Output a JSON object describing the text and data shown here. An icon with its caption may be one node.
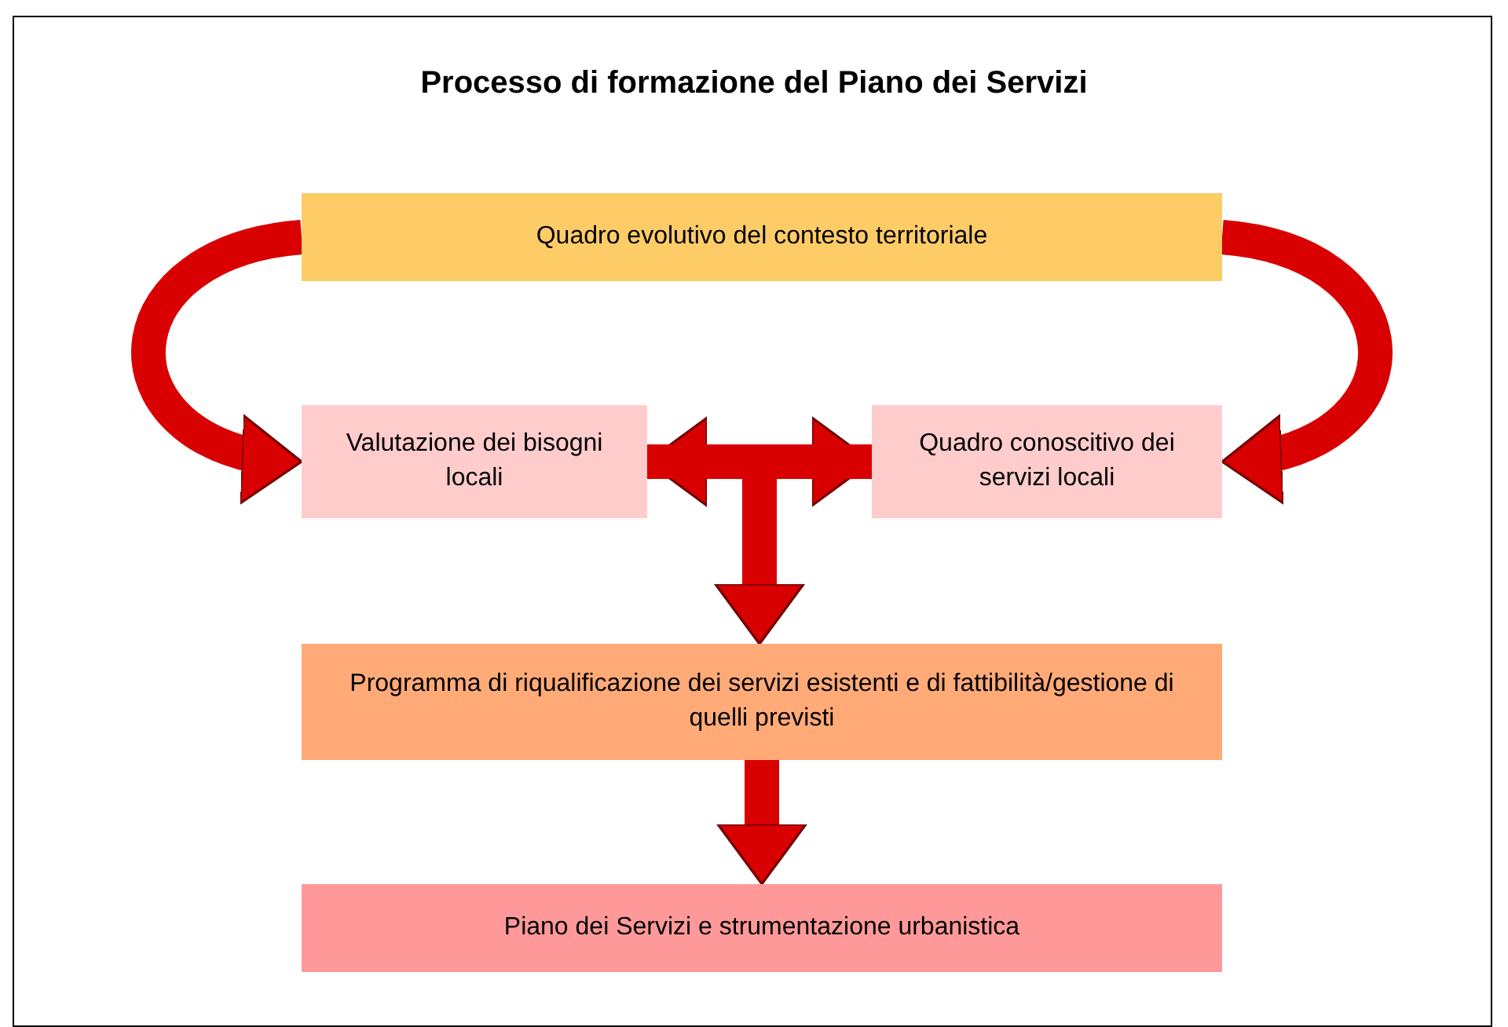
{
  "diagram": {
    "title": "Processo di formazione del Piano dei Servizi",
    "nodes": [
      {
        "text": [
          "Quadro evolutivo del contesto territoriale"
        ]
      },
      {
        "text": [
          "Valutazione dei bisogni locali"
        ]
      },
      {
        "text": [
          "Quadro conoscitivo dei servizi locali"
        ]
      },
      {
        "text": [
          "Programma di riqualificazione dei servizi esistenti e di fattibilità/gestione di quelli previsti"
        ]
      },
      {
        "text": [
          "Piano dei Servizi e strumentazione urbanistica"
        ]
      }
    ],
    "edges": [
      {
        "from": 0,
        "to": 1,
        "arrow": "to"
      },
      {
        "from": 0,
        "to": 2,
        "arrow": "to"
      },
      {
        "from": 1,
        "to": 2,
        "arrow": "both"
      },
      {
        "from": 1,
        "to": 3,
        "arrow": "to"
      },
      {
        "from": 2,
        "to": 3,
        "arrow": "to"
      },
      {
        "from": 3,
        "to": 4,
        "arrow": "to"
      }
    ]
  }
}
